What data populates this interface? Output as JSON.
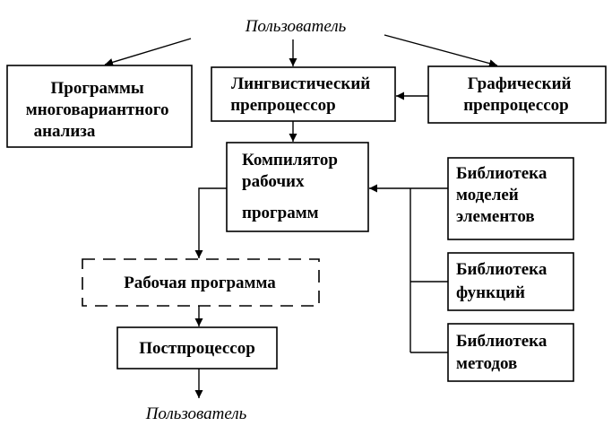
{
  "user_label": "Пользователь",
  "boxes": {
    "multivariant": [
      "Программы",
      "многовариантного",
      "анализа"
    ],
    "linguistic": [
      "Лингвистический",
      "препроцессор"
    ],
    "graphic": [
      "Графический",
      "препроцессор"
    ],
    "compiler": [
      "Компилятор",
      "рабочих",
      "программ"
    ],
    "lib_models": [
      "Библиотека",
      "моделей",
      "элементов"
    ],
    "lib_functions": [
      "Библиотека",
      "функций"
    ],
    "lib_methods": [
      "Библиотека",
      "методов"
    ],
    "work_program": [
      "Рабочая программа"
    ],
    "postprocessor": [
      "Постпроцессор"
    ]
  }
}
